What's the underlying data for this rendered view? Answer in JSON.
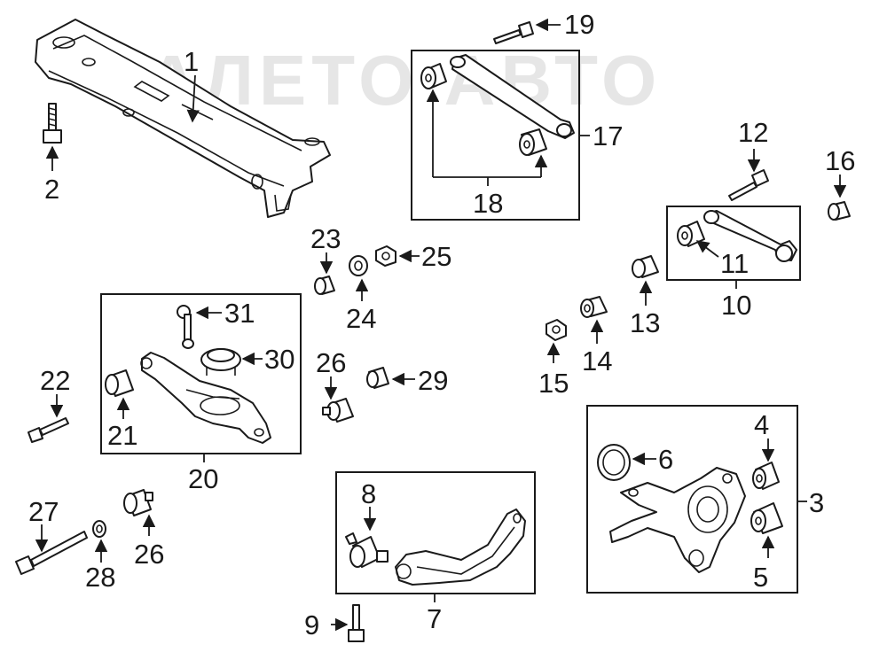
{
  "watermark": "АЛЕТО АВТО",
  "callouts": {
    "c1": "1",
    "c2": "2",
    "c3": "3",
    "c4": "4",
    "c5": "5",
    "c6": "6",
    "c7": "7",
    "c8": "8",
    "c9": "9",
    "c10": "10",
    "c11": "11",
    "c12": "12",
    "c13": "13",
    "c14": "14",
    "c15": "15",
    "c16": "16",
    "c17": "17",
    "c18": "18",
    "c19": "19",
    "c20": "20",
    "c21": "21",
    "c22": "22",
    "c23": "23",
    "c24": "24",
    "c25": "25",
    "c26a": "26",
    "c26b": "26",
    "c27": "27",
    "c28": "28",
    "c29": "29",
    "c30": "30",
    "c31": "31"
  },
  "icons": {
    "subframe": "crossmember-icon",
    "bolt": "bolt-icon",
    "bushing": "bushing-icon",
    "nut": "nut-icon",
    "washer": "washer-icon"
  }
}
